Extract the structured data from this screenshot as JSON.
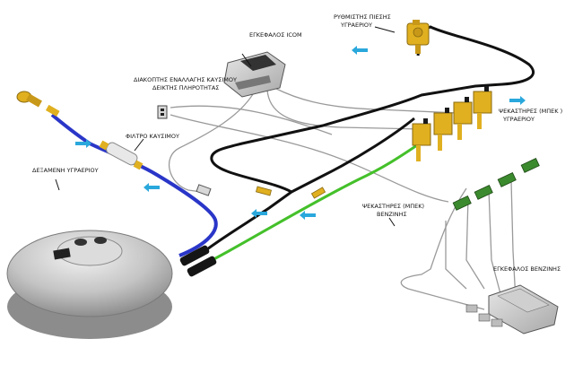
{
  "labels": {
    "lpg_tank": "ΔΕΞΑΜΕΝΗ ΥΓΡΑΕΡΙΟΥ",
    "fuel_filter": "ΦΙΛΤΡΟ ΚΑΥΣΙΜΟΥ",
    "switch_line1": "ΔΙΑΚΟΠΤΗΣ ΕΝΑΛΛΑΓΗΣ ΚΑΥΣΙΜΟΥ",
    "switch_line2": "ΔΕΙΚΤΗΣ ΠΛΗΡΟΤΗΤΑΣ",
    "ecu_lpg": "ΕΓΚΕΦΑΛΟΣ ICOM",
    "pressure_reg_line1": "ΡΥΘΜΙΣΤΗΣ ΠΙΕΣΗΣ",
    "pressure_reg_line2": "ΥΓΡΑΕΡΙΟΥ",
    "lpg_injectors_line1": "ΨΕΚΑΣΤΗΡΕΣ (ΜΠΕΚ )",
    "lpg_injectors_line2": "ΥΓΡΑΕΡΙΟΥ",
    "petrol_injectors_line1": "ΨΕΚΑΣΤΗΡΕΣ (ΜΠΕΚ)",
    "petrol_injectors_line2": "ΒΕΝΖΙΝΗΣ",
    "ecu_petrol": "ΕΓΚΕΦΑΛΟΣ ΒΕΝΖΙΝΗΣ"
  },
  "colors": {
    "supply_line": "#2a36c8",
    "vapour_line": "#44c02a",
    "return_line": "#111111",
    "flow_arrow": "#2aa8dc",
    "fitting": "#e0b020"
  }
}
